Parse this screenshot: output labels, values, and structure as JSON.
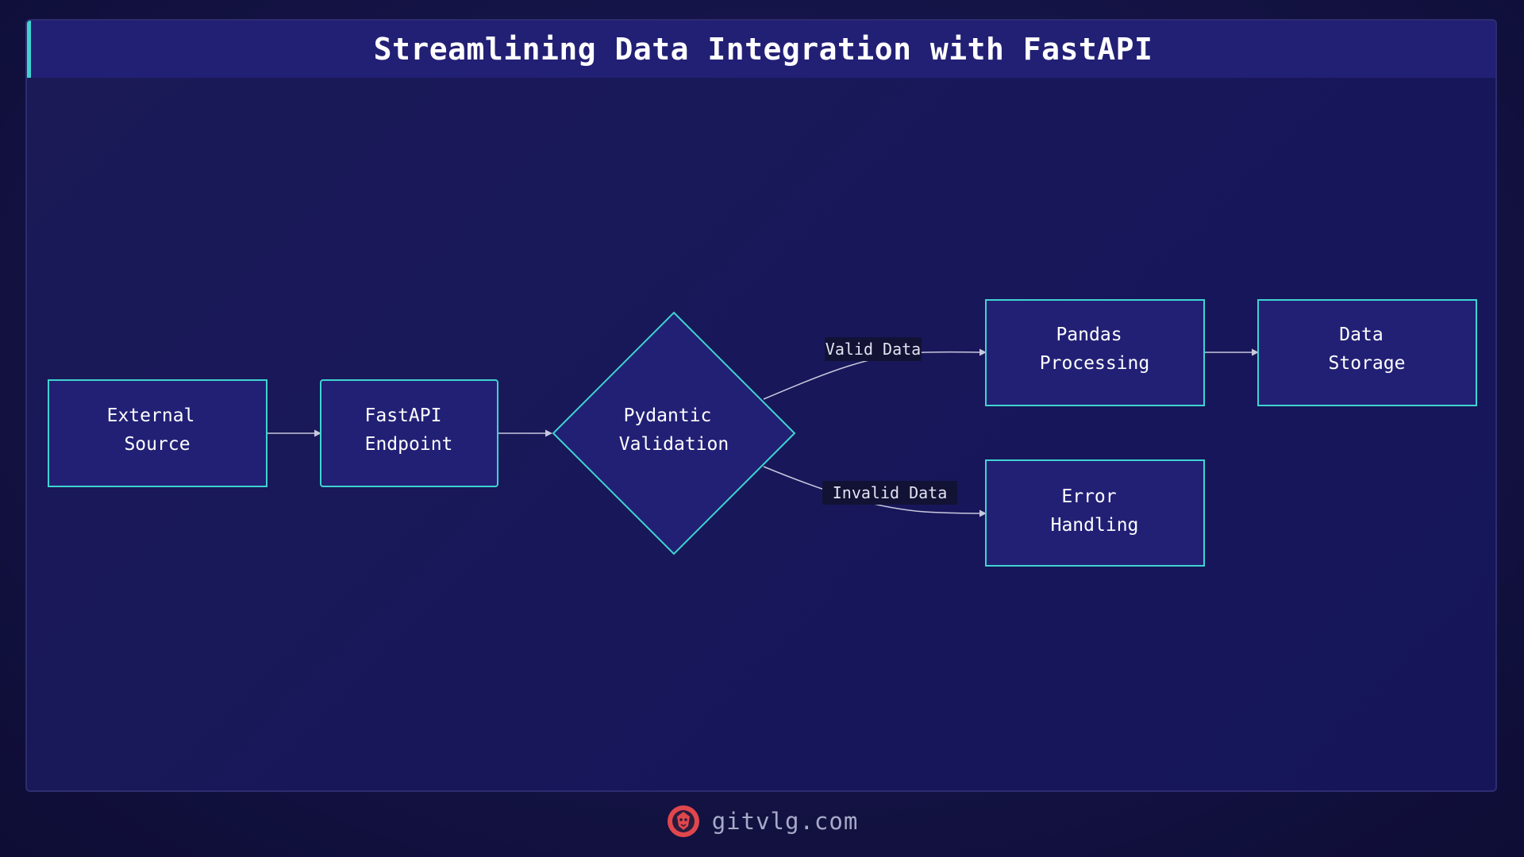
{
  "title": "Streamlining Data Integration with FastAPI",
  "colors": {
    "node_fill": "#222075",
    "node_stroke": "#3fd4d0",
    "edge": "#c8c8de",
    "edge_label_bg": "#121235",
    "accent": "#3fd4d0",
    "logo": "#e0474c"
  },
  "nodes": {
    "external_source": {
      "line1": "External",
      "line2": "Source"
    },
    "fastapi_endpoint": {
      "line1": "FastAPI",
      "line2": "Endpoint"
    },
    "pydantic_validation": {
      "line1": "Pydantic",
      "line2": "Validation"
    },
    "pandas_processing": {
      "line1": "Pandas",
      "line2": "Processing"
    },
    "data_storage": {
      "line1": "Data",
      "line2": "Storage"
    },
    "error_handling": {
      "line1": "Error",
      "line2": "Handling"
    }
  },
  "edges": {
    "valid": "Valid Data",
    "invalid": "Invalid Data"
  },
  "footer": {
    "logo_icon": "lion-head-icon",
    "text": "gitvlg.com"
  }
}
